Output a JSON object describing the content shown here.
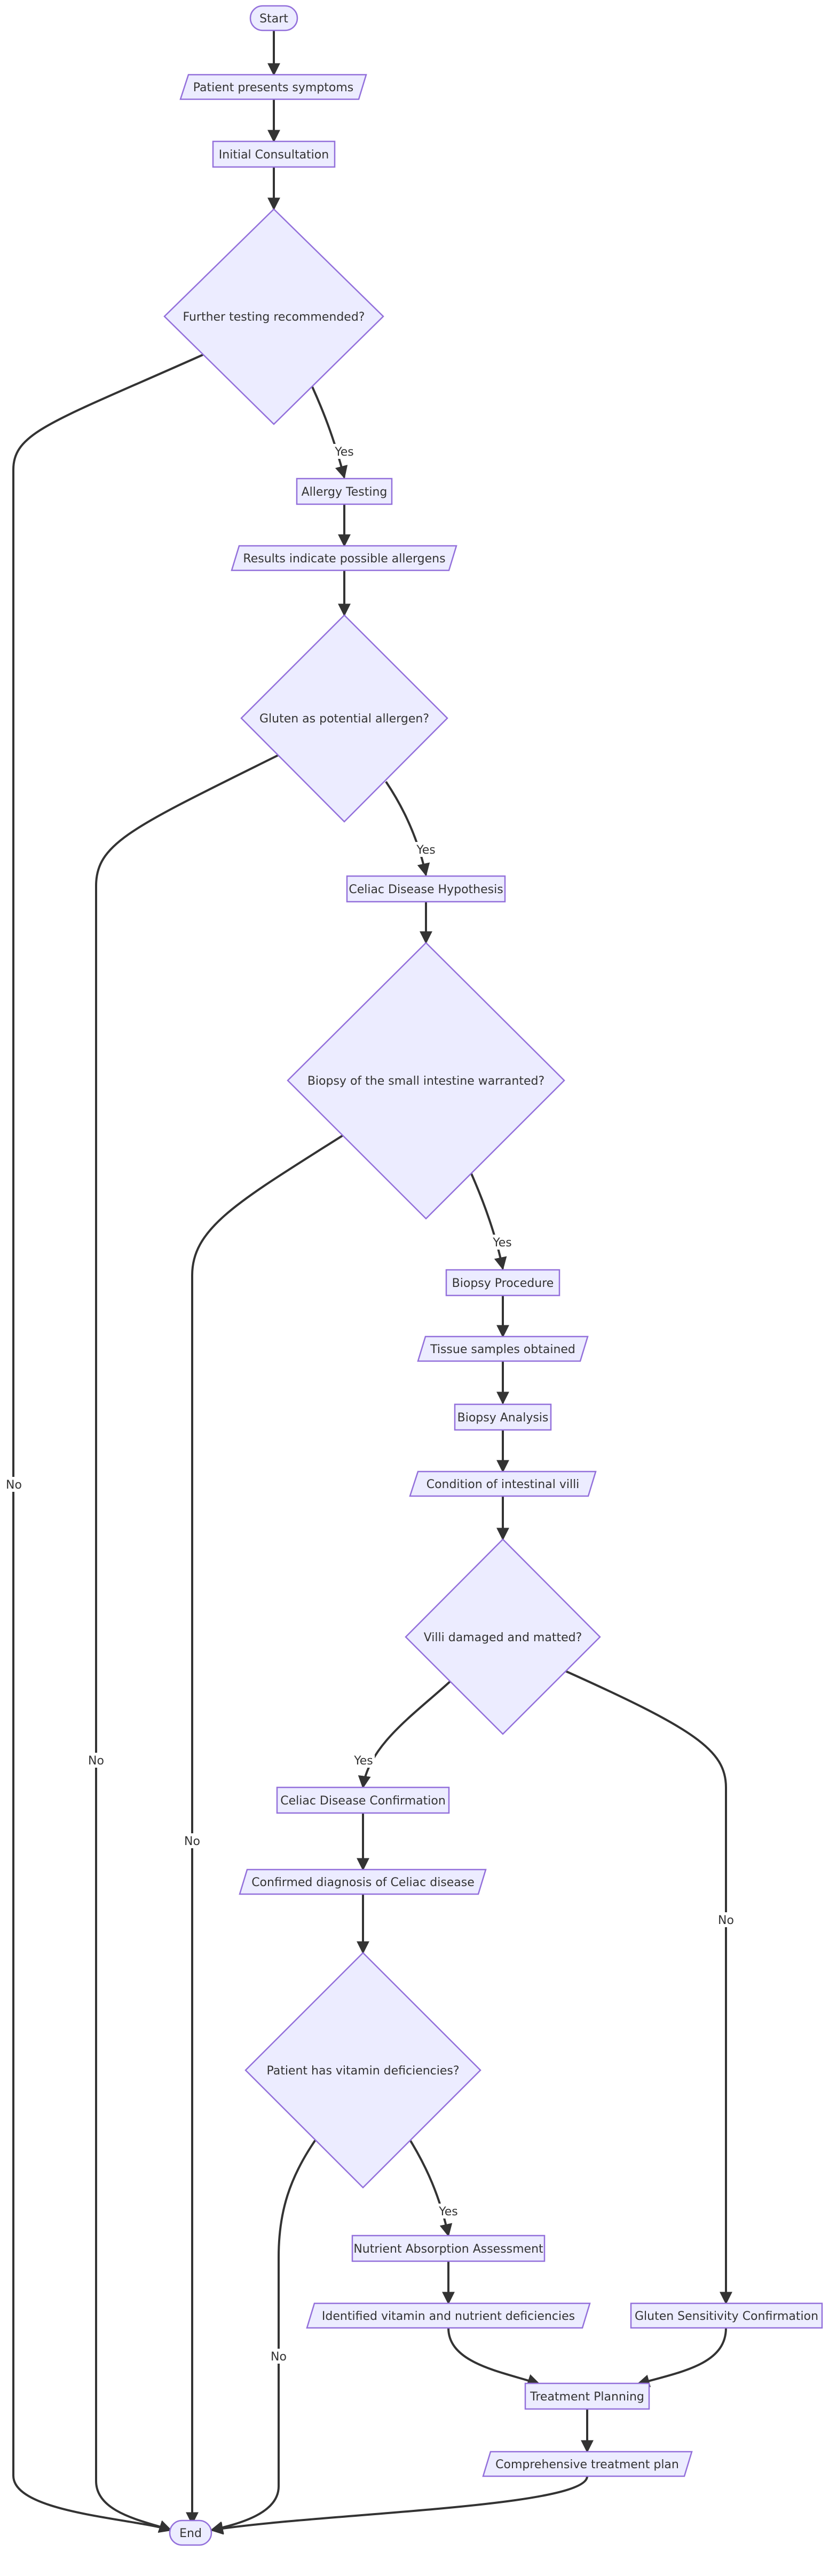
{
  "nodes": {
    "start": "Start",
    "symptoms": "Patient presents symptoms",
    "consult": "Initial Consultation",
    "further": "Further testing recommended?",
    "allergy": "Allergy Testing",
    "results": "Results indicate possible allergens",
    "gluten": "Gluten as potential allergen?",
    "hypothesis": "Celiac Disease Hypothesis",
    "biopsy_q": "Biopsy of the small intestine warranted?",
    "biopsy_proc": "Biopsy Procedure",
    "tissue": "Tissue samples obtained",
    "biopsy_analysis": "Biopsy Analysis",
    "villi_cond": "Condition of intestinal villi",
    "villi_q": "Villi damaged and matted?",
    "celiac_conf": "Celiac Disease Confirmation",
    "confirmed_diag": "Confirmed diagnosis of Celiac disease",
    "vitamin_q": "Patient has vitamin deficiencies?",
    "nutrient": "Nutrient Absorption Assessment",
    "identified": "Identified vitamin and nutrient deficiencies",
    "gluten_sens": "Gluten Sensitivity Confirmation",
    "treatment": "Treatment Planning",
    "plan": "Comprehensive treatment plan",
    "end": "End"
  },
  "edge_labels": {
    "yes": "Yes",
    "no": "No"
  },
  "colors": {
    "node_fill": "#ECECFF",
    "node_stroke": "#9370DB",
    "edge": "#333333",
    "text": "#333333"
  }
}
